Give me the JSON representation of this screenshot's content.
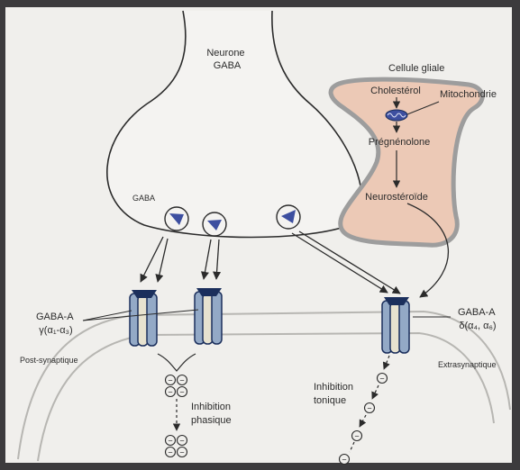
{
  "labels": {
    "neuron_line1": "Neurone",
    "neuron_line2": "GABA",
    "glial_cell": "Cellule gliale",
    "cholesterol": "Cholestérol",
    "mitochondria": "Mitochondrie",
    "pregnenolone": "Prégnénolone",
    "neurosteroid": "Neurostéroïde",
    "gaba": "GABA",
    "receptor_left_line1": "GABA-A",
    "receptor_left_line2": "γ(α₁-α₃)",
    "receptor_right_line1": "GABA-A",
    "receptor_right_line2": "δ(α₄, α₆)",
    "post_synaptic": "Post-synaptique",
    "extrasynaptic": "Extrasynaptique",
    "phasic_line1": "Inhibition",
    "phasic_line2": "phasique",
    "tonic_line1": "Inhibition",
    "tonic_line2": "tonique",
    "minus_sign": "−"
  },
  "colors": {
    "page": "#f0efec",
    "glial_fill": "#ecc9b6",
    "glial_border": "#9d9d9d",
    "vesicle_triangle": "#3d4fa0",
    "receptor_light": "#e7e2cf",
    "receptor_blue": "#93a9c6",
    "receptor_dark": "#1b2f5c",
    "membrane_line": "#b7b6b2",
    "ink": "#2b2b2b"
  }
}
